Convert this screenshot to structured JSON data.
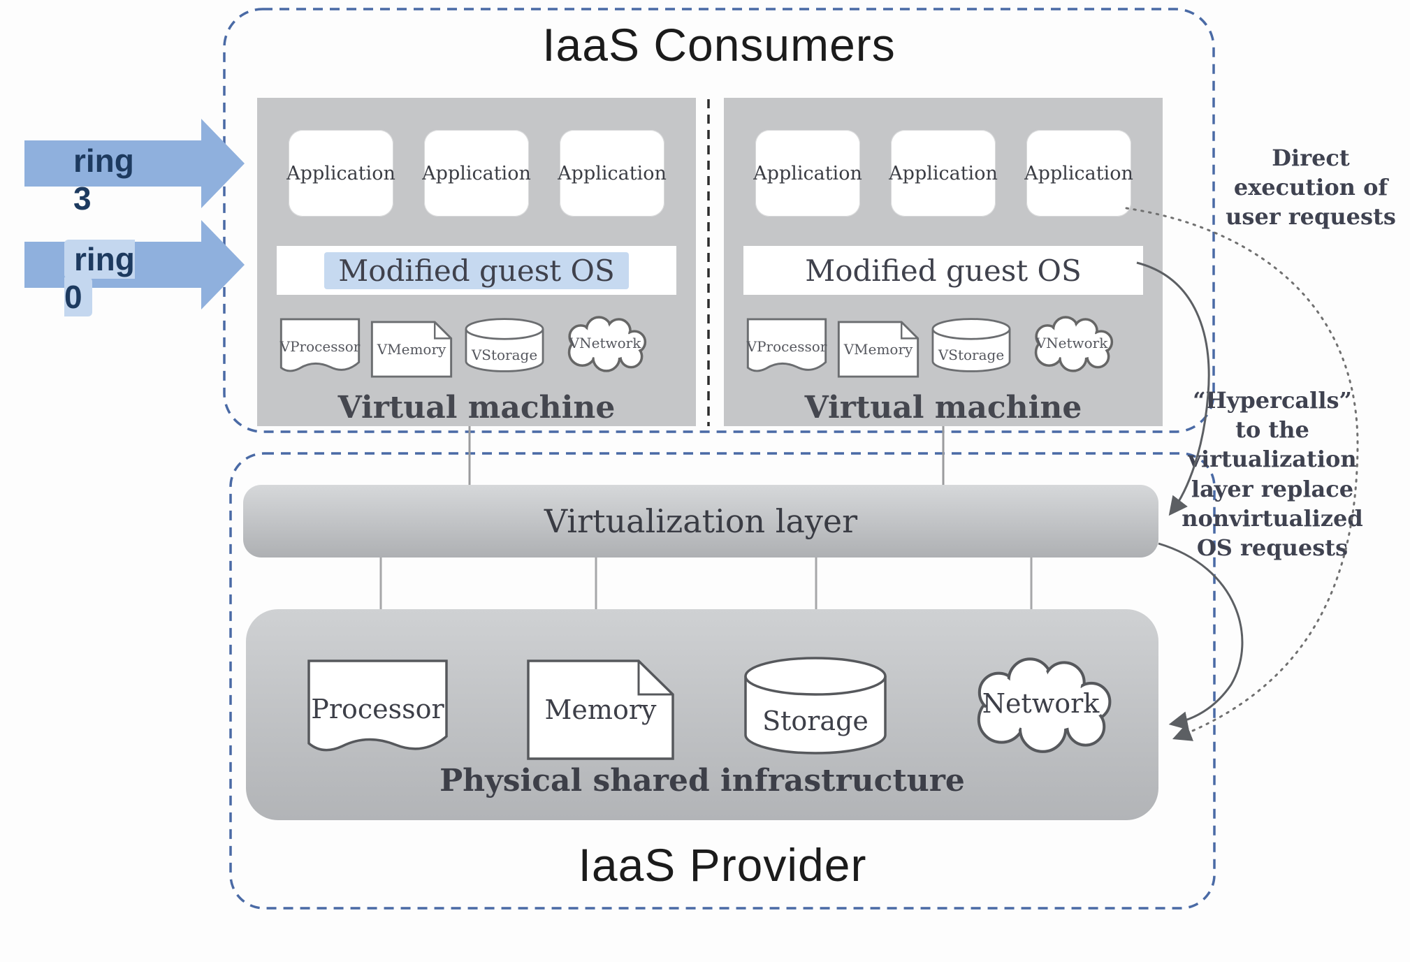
{
  "titles": {
    "consumers": "IaaS Consumers",
    "provider": "IaaS Provider"
  },
  "rings": {
    "ring3": "ring 3",
    "ring0": "ring 0"
  },
  "vm1": {
    "apps": [
      "Application",
      "Application",
      "Application"
    ],
    "os": "Modified guest OS",
    "vicons": [
      "VProcessor",
      "VMemory",
      "VStorage",
      "VNetwork"
    ],
    "label": "Virtual machine"
  },
  "vm2": {
    "apps": [
      "Application",
      "Application",
      "Application"
    ],
    "os": "Modified guest OS",
    "vicons": [
      "VProcessor",
      "VMemory",
      "VStorage",
      "VNetwork"
    ],
    "label": "Virtual machine"
  },
  "virtualization_layer": "Virtualization layer",
  "physical": {
    "icons": [
      "Processor",
      "Memory",
      "Storage",
      "Network"
    ],
    "caption": "Physical shared infrastructure"
  },
  "annotations": {
    "direct": "Direct\nexecution of\nuser requests",
    "hypercalls": "“Hypercalls”\nto the\nvirtualization\nlayer replace\nnonvirtualized\nOS requests"
  },
  "colors": {
    "dashed_border_blue": "#4a6aa5",
    "ring_arrow_blue": "#8fb0dd",
    "highlight_blue": "#c6d9f0",
    "panel_gray": "#c5c6c8",
    "line_gray": "#5c5f63"
  }
}
